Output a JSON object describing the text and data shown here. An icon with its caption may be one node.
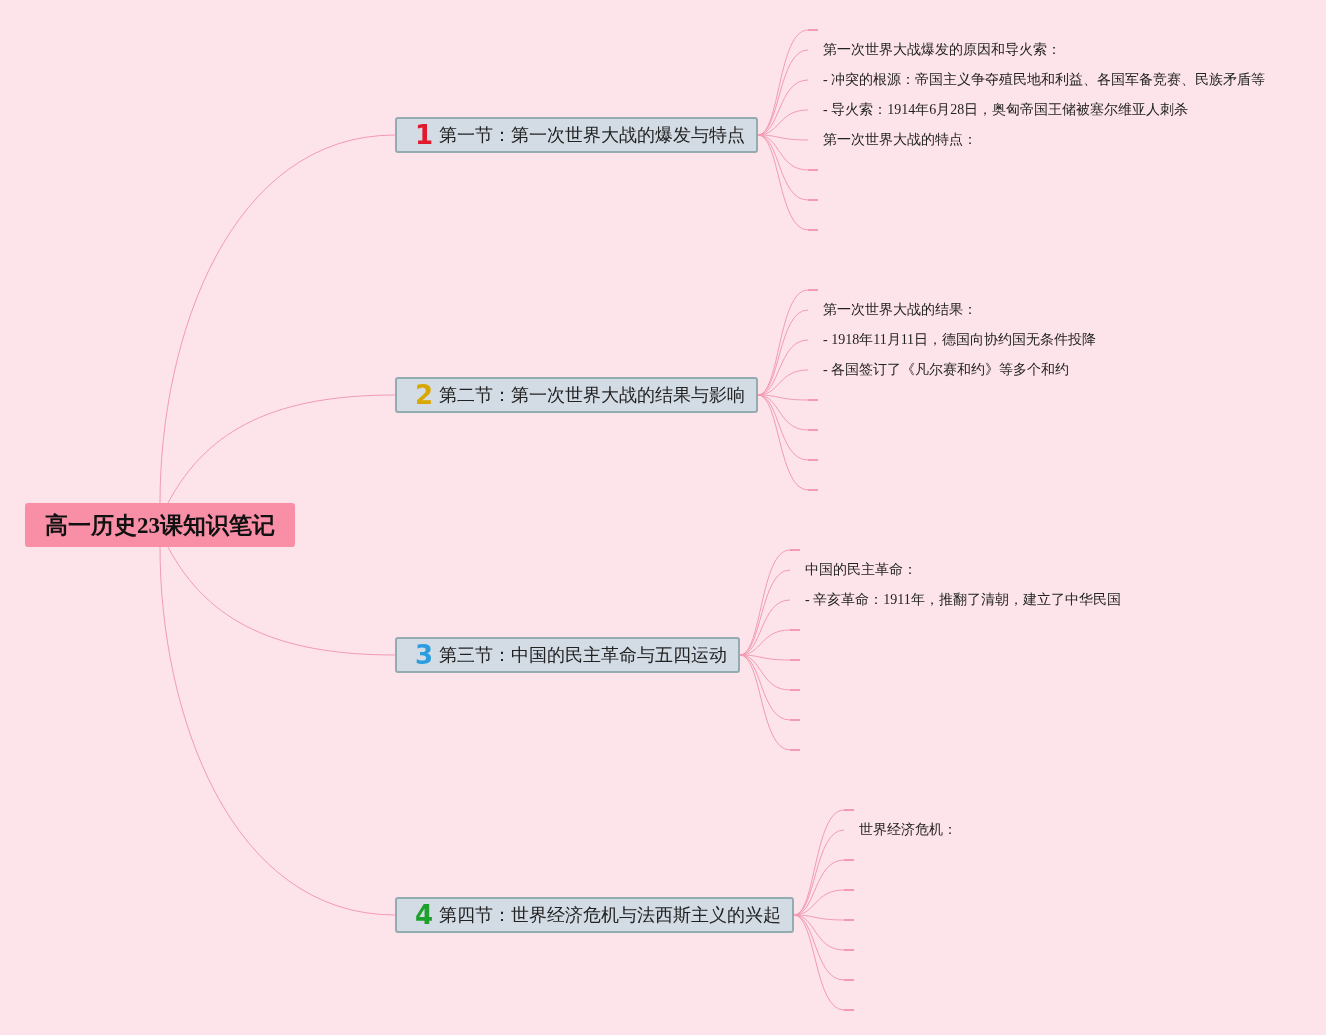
{
  "diagram": {
    "nodes": [
      {
        "text": [
          "高一历史23课知识笔记"
        ]
      },
      {
        "text": [
          "1",
          "第一节：第一次世界大战的爆发与特点"
        ]
      },
      {
        "text": [],
        "shape": "line"
      },
      {
        "text": [
          "第一次世界大战爆发的原因和导火索："
        ]
      },
      {
        "text": [
          "- 冲突的根源：帝国主义争夺殖民地和利益、各国军备竞赛、民族矛盾等"
        ]
      },
      {
        "text": [
          "- 导火索：1914年6月28日，奥匈帝国王储被塞尔维亚人刺杀"
        ]
      },
      {
        "text": [
          "第一次世界大战的特点："
        ]
      },
      {
        "text": [],
        "shape": "line"
      },
      {
        "text": [],
        "shape": "line"
      },
      {
        "text": [],
        "shape": "line"
      },
      {
        "text": [
          "2",
          "第二节：第一次世界大战的结果与影响"
        ]
      },
      {
        "text": [],
        "shape": "line"
      },
      {
        "text": [
          "第一次世界大战的结果："
        ]
      },
      {
        "text": [
          "- 1918年11月11日，德国向协约国无条件投降"
        ]
      },
      {
        "text": [
          "- 各国签订了《凡尔赛和约》等多个和约"
        ]
      },
      {
        "text": [],
        "shape": "line"
      },
      {
        "text": [],
        "shape": "line"
      },
      {
        "text": [],
        "shape": "line"
      },
      {
        "text": [],
        "shape": "line"
      },
      {
        "text": [
          "3",
          "第三节：中国的民主革命与五四运动"
        ]
      },
      {
        "text": [],
        "shape": "line"
      },
      {
        "text": [
          "中国的民主革命："
        ]
      },
      {
        "text": [
          "- 辛亥革命：1911年，推翻了清朝，建立了中华民国"
        ]
      },
      {
        "text": [],
        "shape": "line"
      },
      {
        "text": [],
        "shape": "line"
      },
      {
        "text": [],
        "shape": "line"
      },
      {
        "text": [],
        "shape": "line"
      },
      {
        "text": [],
        "shape": "line"
      },
      {
        "text": [
          "4",
          "第四节：世界经济危机与法西斯主义的兴起"
        ]
      },
      {
        "text": [],
        "shape": "line"
      },
      {
        "text": [
          "世界经济危机："
        ]
      },
      {
        "text": [],
        "shape": "line"
      },
      {
        "text": [],
        "shape": "line"
      },
      {
        "text": [],
        "shape": "line"
      },
      {
        "text": [],
        "shape": "line"
      },
      {
        "text": [],
        "shape": "line"
      },
      {
        "text": [],
        "shape": "line"
      }
    ],
    "edges": [
      {
        "from": 0,
        "to": 1,
        "arrow": "none"
      },
      {
        "from": 0,
        "to": 10,
        "arrow": "none"
      },
      {
        "from": 0,
        "to": 19,
        "arrow": "none"
      },
      {
        "from": 0,
        "to": 28,
        "arrow": "none"
      },
      {
        "from": 1,
        "to": 2,
        "arrow": "none"
      },
      {
        "from": 1,
        "to": 3,
        "arrow": "none"
      },
      {
        "from": 1,
        "to": 4,
        "arrow": "none"
      },
      {
        "from": 1,
        "to": 5,
        "arrow": "none"
      },
      {
        "from": 1,
        "to": 6,
        "arrow": "none"
      },
      {
        "from": 1,
        "to": 7,
        "arrow": "none"
      },
      {
        "from": 1,
        "to": 8,
        "arrow": "none"
      },
      {
        "from": 1,
        "to": 9,
        "arrow": "none"
      },
      {
        "from": 10,
        "to": 11,
        "arrow": "none"
      },
      {
        "from": 10,
        "to": 12,
        "arrow": "none"
      },
      {
        "from": 10,
        "to": 13,
        "arrow": "none"
      },
      {
        "from": 10,
        "to": 14,
        "arrow": "none"
      },
      {
        "from": 10,
        "to": 15,
        "arrow": "none"
      },
      {
        "from": 10,
        "to": 16,
        "arrow": "none"
      },
      {
        "from": 10,
        "to": 17,
        "arrow": "none"
      },
      {
        "from": 10,
        "to": 18,
        "arrow": "none"
      },
      {
        "from": 19,
        "to": 20,
        "arrow": "none"
      },
      {
        "from": 19,
        "to": 21,
        "arrow": "none"
      },
      {
        "from": 19,
        "to": 22,
        "arrow": "none"
      },
      {
        "from": 19,
        "to": 23,
        "arrow": "none"
      },
      {
        "from": 19,
        "to": 24,
        "arrow": "none"
      },
      {
        "from": 19,
        "to": 25,
        "arrow": "none"
      },
      {
        "from": 19,
        "to": 26,
        "arrow": "none"
      },
      {
        "from": 19,
        "to": 27,
        "arrow": "none"
      },
      {
        "from": 28,
        "to": 29,
        "arrow": "none"
      },
      {
        "from": 28,
        "to": 30,
        "arrow": "none"
      },
      {
        "from": 28,
        "to": 31,
        "arrow": "none"
      },
      {
        "from": 28,
        "to": 32,
        "arrow": "none"
      },
      {
        "from": 28,
        "to": 33,
        "arrow": "none"
      },
      {
        "from": 28,
        "to": 34,
        "arrow": "none"
      },
      {
        "from": 28,
        "to": 35,
        "arrow": "none"
      },
      {
        "from": 28,
        "to": 36,
        "arrow": "none"
      }
    ]
  }
}
